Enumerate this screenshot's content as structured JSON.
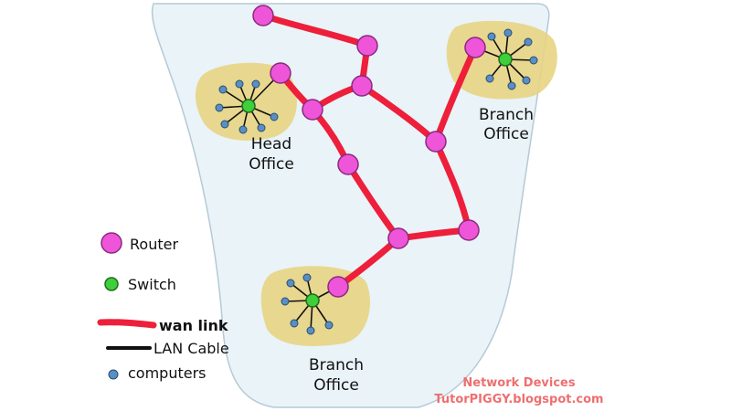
{
  "colors": {
    "background": "#ffffff",
    "region_fill": "#e9f3f8",
    "region_stroke": "#b5cad6",
    "office_fill": "#e8d482",
    "wan_link": "#ee1f3a",
    "lan_cable": "#111111",
    "router": "#ef55d8",
    "switch": "#3fcf3c",
    "computer": "#5a8fc4",
    "wan_label": "#e0132e",
    "credit": "#ee6f6f"
  },
  "icons": {
    "router": "router-node-icon",
    "switch": "switch-node-icon",
    "computer": "computer-node-icon"
  },
  "offices": {
    "head": {
      "line1": "Head",
      "line2": "Office"
    },
    "branch_ne": {
      "line1": "Branch",
      "line2": "Office"
    },
    "branch_s": {
      "line1": "Branch",
      "line2": "Office"
    }
  },
  "legend": {
    "router": "Router",
    "switch": "Switch",
    "wan": "wan link",
    "lan": "LAN Cable",
    "computers": "computers"
  },
  "credit": {
    "title": "Network Devices",
    "site": "TutorPIGGY.blogspot.com"
  }
}
